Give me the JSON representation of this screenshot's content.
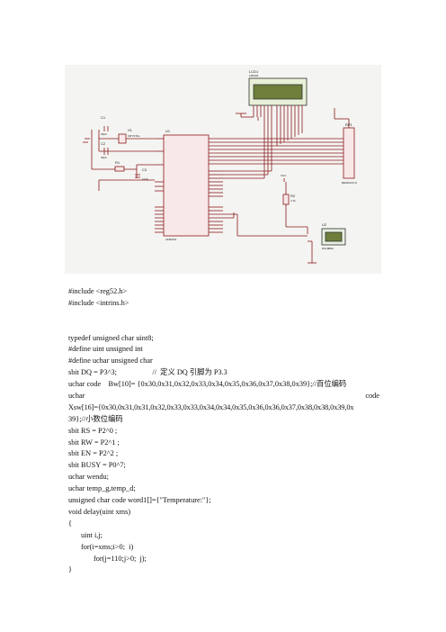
{
  "schematic": {
    "lcd_label": "LCD1",
    "lcd_model": "LM016L",
    "u1_label": "U1",
    "u1_model": "AT89C51",
    "c1_label": "C1",
    "c1_value": "30pF",
    "c2_label": "C2",
    "c2_value": "30pF",
    "c3_label": "C3",
    "c3_value": "10uF",
    "x1_label": "X1",
    "x1_value": "CRYSTAL",
    "r1_label": "R1",
    "r2_label": "R2",
    "r2_value": "4.7k",
    "rp1_label": "RP1",
    "rp1_model": "RESPACK-8",
    "u2_label": "U2",
    "u2_model": "DS18B20",
    "vcc_label": "VCC"
  },
  "code": {
    "include1": "#include <reg52.h>",
    "include2": "#include <intrins.h>",
    "typedef": "typedef unsigned char uint8;",
    "define1": "#define uint unsigned int",
    "define2": "#define uchar unsigned char",
    "dq": "sbit DQ = P3^3;                   //  定义 DQ 引脚为 P3.3",
    "bw": "uchar code    Bw[10]= {0x30,0x31,0x32,0x33,0x34,0x35,0x36,0x37,0x38,0x39};//百位编码",
    "xsw_a": "uchar",
    "xsw_b": "code",
    "xsw_c": "Xsw[16]={0x30,0x31,0x31,0x32,0x33,0x33,0x34,0x34,0x35,0x36,0x36,0x37,0x38,0x38,0x39,0x",
    "xsw_d": "39};//小数位编码",
    "rs": "sbit RS = P2^0 ;",
    "rw": "sbit RW = P2^1 ;",
    "en": "sbit EN = P2^2 ;",
    "busy": "sbit BUSY = P0^7;",
    "wendu": "uchar wendu;",
    "temp": "uchar temp_g,temp_d;",
    "word1": "unsigned char code word1[]={\"Temperature:\"};",
    "delay": "void delay(uint xms)",
    "brace_open": "{",
    "uint_ij": "uint i,j;",
    "for_i": "for(i=xms;i>0;  i)",
    "for_j": "for(j=110;j>0;  j);",
    "brace_close": "}"
  }
}
